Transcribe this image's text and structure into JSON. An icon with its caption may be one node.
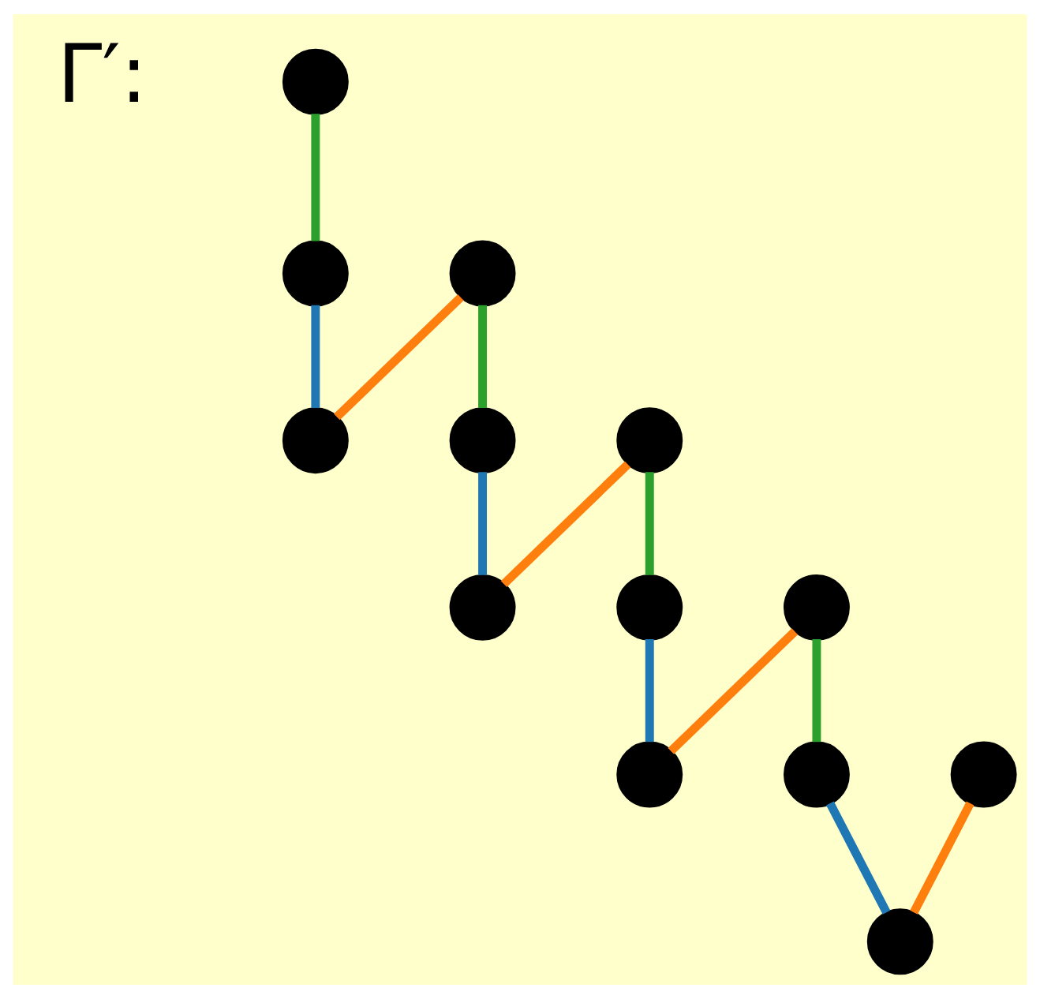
{
  "diagram": {
    "nodes": [
      {
        "text": [],
        "shape": "circle"
      },
      {
        "text": [],
        "shape": "circle"
      },
      {
        "text": [],
        "shape": "circle"
      },
      {
        "text": [],
        "shape": "circle"
      },
      {
        "text": [],
        "shape": "circle"
      },
      {
        "text": [],
        "shape": "circle"
      },
      {
        "text": [],
        "shape": "circle"
      },
      {
        "text": [],
        "shape": "circle"
      },
      {
        "text": [],
        "shape": "circle"
      },
      {
        "text": [],
        "shape": "circle"
      },
      {
        "text": [],
        "shape": "circle"
      },
      {
        "text": [],
        "shape": "circle"
      },
      {
        "text": [],
        "shape": "circle"
      }
    ],
    "edges": [
      {
        "from": 0,
        "to": 11,
        "arrow": "none",
        "color": "#2ca02c"
      },
      {
        "from": 1,
        "to": 9,
        "arrow": "none",
        "color": "#2ca02c"
      },
      {
        "from": 2,
        "to": 7,
        "arrow": "none",
        "color": "#2ca02c"
      },
      {
        "from": 3,
        "to": 5,
        "arrow": "none",
        "color": "#2ca02c"
      },
      {
        "from": 1,
        "to": 12,
        "arrow": "none",
        "color": "#ff7f0e"
      },
      {
        "from": 2,
        "to": 10,
        "arrow": "none",
        "color": "#ff7f0e"
      },
      {
        "from": 3,
        "to": 8,
        "arrow": "none",
        "color": "#ff7f0e"
      },
      {
        "from": 4,
        "to": 6,
        "arrow": "none",
        "color": "#ff7f0e"
      },
      {
        "from": 11,
        "to": 12,
        "arrow": "none",
        "color": "#1f77b4"
      },
      {
        "from": 9,
        "to": 10,
        "arrow": "none",
        "color": "#1f77b4"
      },
      {
        "from": 7,
        "to": 8,
        "arrow": "none",
        "color": "#1f77b4"
      },
      {
        "from": 5,
        "to": 6,
        "arrow": "none",
        "color": "#1f77b4"
      }
    ],
    "labels": [
      "Γ′:"
    ]
  }
}
